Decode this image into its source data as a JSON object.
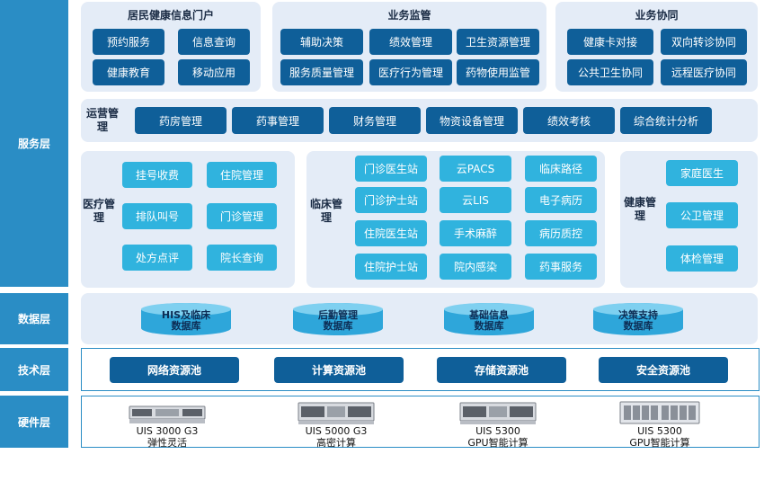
{
  "layers": {
    "service": "服务层",
    "data": "数据层",
    "tech": "技术层",
    "hardware": "硬件层"
  },
  "portal": {
    "title": "居民健康信息门户",
    "items": [
      "预约服务",
      "信息查询",
      "健康教育",
      "移动应用"
    ]
  },
  "supervision": {
    "title": "业务监管",
    "items": [
      "辅助决策",
      "绩效管理",
      "卫生资源管理",
      "服务质量管理",
      "医疗行为管理",
      "药物使用监管"
    ]
  },
  "collaboration": {
    "title": "业务协同",
    "items": [
      "健康卡对接",
      "双向转诊协同",
      "公共卫生协同",
      "远程医疗协同"
    ]
  },
  "operations": {
    "title": "运营管理",
    "items": [
      "药房管理",
      "药事管理",
      "财务管理",
      "物资设备管理",
      "绩效考核",
      "综合统计分析"
    ]
  },
  "medical": {
    "title": "医疗管理",
    "items": [
      "挂号收费",
      "住院管理",
      "排队叫号",
      "门诊管理",
      "处方点评",
      "院长查询"
    ]
  },
  "clinical": {
    "title": "临床管理",
    "col1": [
      "门诊医生站",
      "门诊护士站",
      "住院医生站",
      "住院护士站"
    ],
    "col2": [
      "云PACS",
      "云LIS",
      "手术麻醉",
      "院内感染"
    ],
    "col3": [
      "临床路径",
      "电子病历",
      "病历质控",
      "药事服务"
    ]
  },
  "health": {
    "title": "健康管理",
    "items": [
      "家庭医生",
      "公卫管理",
      "体检管理"
    ]
  },
  "databases": [
    {
      "line1": "HIS及临床",
      "line2": "数据库"
    },
    {
      "line1": "后勤管理",
      "line2": "数据库"
    },
    {
      "line1": "基础信息",
      "line2": "数据库"
    },
    {
      "line1": "决策支持",
      "line2": "数据库"
    }
  ],
  "resource_pools": [
    "网络资源池",
    "计算资源池",
    "存储资源池",
    "安全资源池"
  ],
  "servers": [
    {
      "model": "UIS 3000 G3",
      "desc": "弹性灵活"
    },
    {
      "model": "UIS 5000 G3",
      "desc": "高密计算"
    },
    {
      "model": "UIS 5300",
      "desc": "GPU智能计算"
    },
    {
      "model": "UIS 5300",
      "desc": "GPU智能计算"
    }
  ],
  "colors": {
    "layer_label": "#2a8dc5",
    "button_dark": "#0f5f99",
    "button_light": "#30b3de",
    "panel_bg": "#e4ecf7"
  }
}
